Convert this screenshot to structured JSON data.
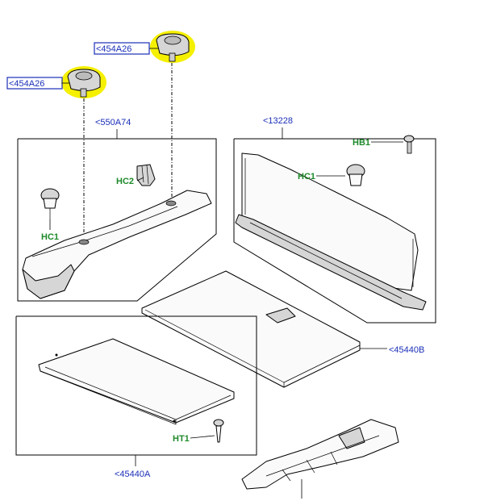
{
  "callouts": {
    "clip_top": "<454A26",
    "clip_left": "<454A26",
    "trim_panel": "<550A74",
    "divider_panel": "<13228",
    "floor_board": "<45440B",
    "lower_board": "<45440A"
  },
  "fasteners": {
    "hb1": "HB1",
    "hc1_right": "HC1",
    "hc2": "HC2",
    "hc1_left": "HC1",
    "ht1": "HT1"
  },
  "colors": {
    "callout_blue": "#1a2fb8",
    "fastener_green": "#1e8a2a",
    "highlight_yellow": "#f5f000"
  }
}
